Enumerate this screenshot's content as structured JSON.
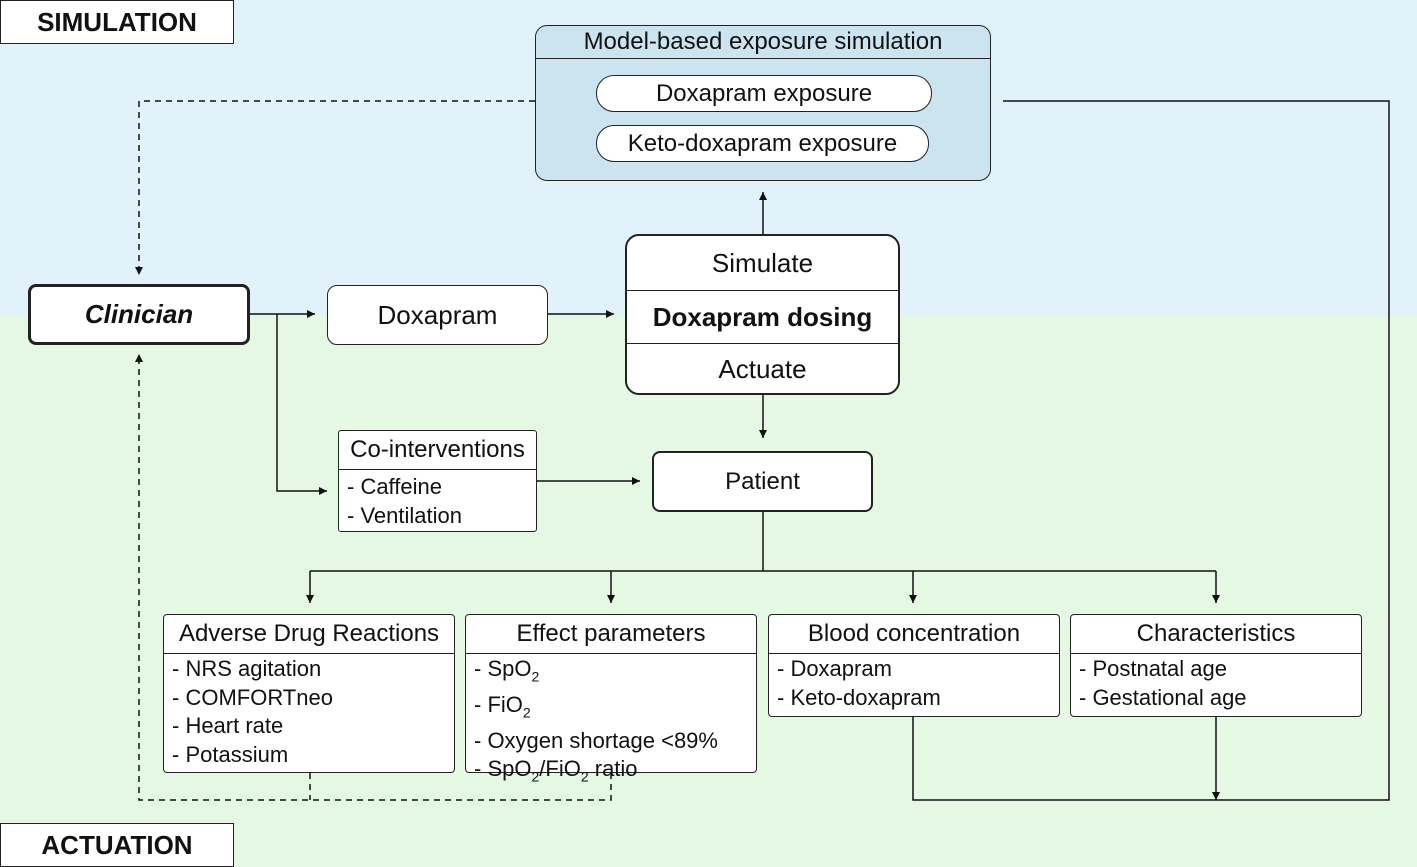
{
  "zones": {
    "simulation": "SIMULATION",
    "actuation": "ACTUATION"
  },
  "colors": {
    "simulation_bg": "#e2f2fa",
    "actuation_bg": "#e4f8e4",
    "sim_box": "#cce4ef",
    "line": "#111111"
  },
  "simulation_box": {
    "title": "Model-based exposure simulation",
    "items": [
      "Doxapram exposure",
      "Keto-doxapram exposure"
    ]
  },
  "clinician": "Clinician",
  "doxapram": "Doxapram",
  "dosing": {
    "top": "Simulate",
    "middle": "Doxapram dosing",
    "bottom": "Actuate"
  },
  "co_interventions": {
    "title": "Co-interventions",
    "items": [
      "- Caffeine",
      "- Ventilation"
    ]
  },
  "patient": "Patient",
  "adverse": {
    "title": "Adverse Drug Reactions",
    "items": [
      "- NRS agitation",
      "- COMFORTneo",
      "- Heart rate",
      "- Potassium"
    ]
  },
  "effect": {
    "title": "Effect parameters",
    "spo2": {
      "prefix": "- SpO",
      "sub": "2"
    },
    "fio2": {
      "prefix": "- FiO",
      "sub": "2"
    },
    "shortage": "- Oxygen shortage <89%",
    "ratio": {
      "a": "- SpO",
      "a_sub": "2",
      "sep": "/FiO",
      "b_sub": "2",
      "suffix": " ratio"
    }
  },
  "blood": {
    "title": "Blood concentration",
    "items": [
      "- Doxapram",
      "- Keto-doxapram"
    ]
  },
  "characteristics": {
    "title": "Characteristics",
    "items": [
      "- Postnatal age",
      "- Gestational age"
    ]
  }
}
